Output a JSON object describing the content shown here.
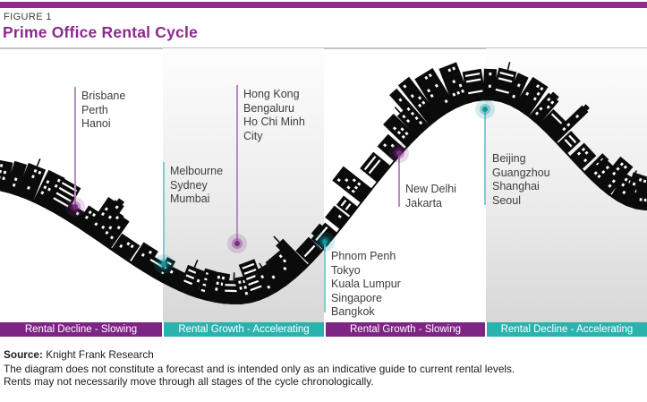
{
  "header": {
    "figure_label": "FIGURE 1",
    "title": "Prime Office Rental Cycle"
  },
  "colors": {
    "brand_purple": "#8E2A90",
    "title_purple": "#8B2A8D",
    "phase_purple": "#7D2484",
    "phase_teal": "#2BB2AE",
    "line_purple": "#B78CBE",
    "line_teal": "#7FCDD2",
    "dot_purple": "#7E2A84",
    "dot_teal": "#13959E",
    "skyline_black": "#0B0B0B"
  },
  "labels": [
    {
      "id": "brisbane",
      "color": "purple",
      "cities": [
        "Brisbane",
        "Perth",
        "Hanoi"
      ]
    },
    {
      "id": "melbourne",
      "color": "teal",
      "cities": [
        "Melbourne",
        "Sydney",
        "Mumbai"
      ]
    },
    {
      "id": "hongkong",
      "color": "purple",
      "cities": [
        "Hong Kong",
        "Bengaluru",
        "Ho Chi Minh City"
      ]
    },
    {
      "id": "phnompenh",
      "color": "teal",
      "cities": [
        "Phnom Penh",
        "Tokyo",
        "Kuala Lumpur",
        "Singapore",
        "Bangkok"
      ]
    },
    {
      "id": "newdelhi",
      "color": "purple",
      "cities": [
        "New Delhi",
        "Jakarta"
      ]
    },
    {
      "id": "beijing",
      "color": "teal",
      "cities": [
        "Beijing",
        "Guangzhou",
        "Shanghai",
        "Seoul"
      ]
    }
  ],
  "phases": [
    {
      "label": "Rental Decline - Slowing",
      "tone": "purple"
    },
    {
      "label": "Rental Growth - Accelerating",
      "tone": "teal"
    },
    {
      "label": "Rental Growth - Slowing",
      "tone": "purple"
    },
    {
      "label": "Rental Decline - Accelerating",
      "tone": "teal"
    }
  ],
  "footer": {
    "source_label": "Source:",
    "source_text": "Knight Frank Research",
    "disclaimer_line1": "The diagram does not constitute a forecast and is intended only as an indicative guide to current rental levels.",
    "disclaimer_line2": "Rents may not necessarily move through all stages of the cycle chronologically."
  }
}
